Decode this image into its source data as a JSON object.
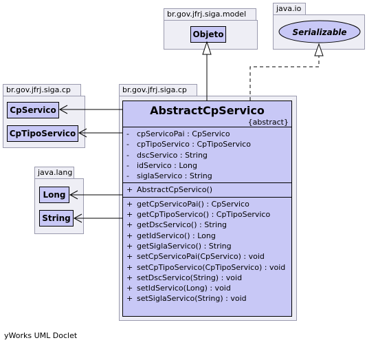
{
  "packages": {
    "model": "br.gov.jfrj.siga.model",
    "javaio": "java.io",
    "cp_left": "br.gov.jfrj.siga.cp",
    "cp_main": "br.gov.jfrj.siga.cp",
    "javalang": "java.lang"
  },
  "classes": {
    "objeto": "Objeto",
    "serializable": "Serializable",
    "cpservico": "CpServico",
    "cptiposervico": "CpTipoServico",
    "long": "Long",
    "string": "String"
  },
  "main_class": {
    "name": "AbstractCpServico",
    "stereotype": "{abstract}",
    "attributes": [
      {
        "vis": "-",
        "text": "cpServicoPai : CpServico"
      },
      {
        "vis": "-",
        "text": "cpTipoServico : CpTipoServico"
      },
      {
        "vis": "-",
        "text": "dscServico : String"
      },
      {
        "vis": "-",
        "text": "idServico : Long"
      },
      {
        "vis": "-",
        "text": "siglaServico : String"
      }
    ],
    "constructors": [
      {
        "vis": "+",
        "text": "AbstractCpServico()"
      }
    ],
    "methods": [
      {
        "vis": "+",
        "text": "getCpServicoPai() : CpServico"
      },
      {
        "vis": "+",
        "text": "getCpTipoServico() : CpTipoServico"
      },
      {
        "vis": "+",
        "text": "getDscServico() : String"
      },
      {
        "vis": "+",
        "text": "getIdServico() : Long"
      },
      {
        "vis": "+",
        "text": "getSiglaServico() : String"
      },
      {
        "vis": "+",
        "text": "setCpServicoPai(CpServico) : void"
      },
      {
        "vis": "+",
        "text": "setCpTipoServico(CpTipoServico) : void"
      },
      {
        "vis": "+",
        "text": "setDscServico(String) : void"
      },
      {
        "vis": "+",
        "text": "setIdServico(Long) : void"
      },
      {
        "vis": "+",
        "text": "setSiglaServico(String) : void"
      }
    ]
  },
  "footer": "yWorks UML Doclet"
}
